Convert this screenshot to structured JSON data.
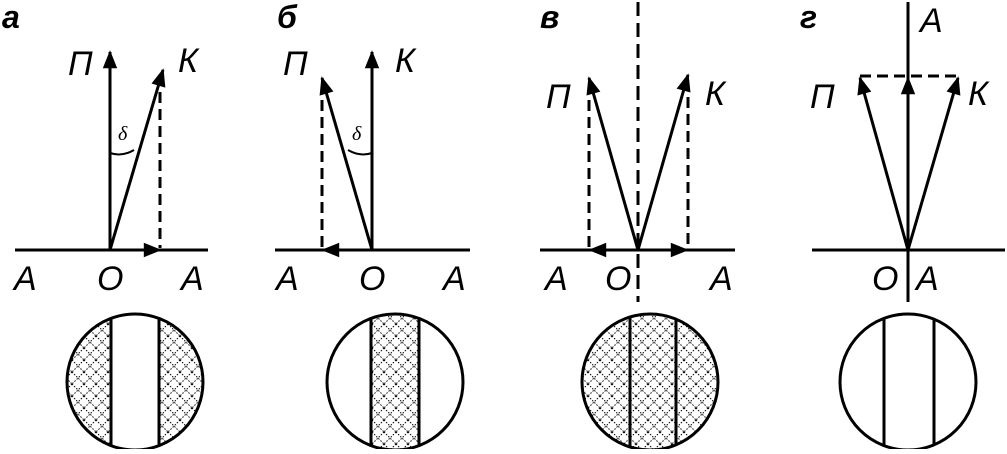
{
  "colors": {
    "ink": "#000000",
    "background": "#ffffff"
  },
  "panels": [
    {
      "id": "a",
      "label": "а",
      "axis_left": "А",
      "origin": "О",
      "axis_right": "А",
      "polarizer": "П",
      "analyzer": "К",
      "angle": "δ"
    },
    {
      "id": "b",
      "label": "б",
      "axis_left": "А",
      "origin": "О",
      "axis_right": "А",
      "polarizer": "П",
      "analyzer": "К",
      "angle": "δ"
    },
    {
      "id": "v",
      "label": "в",
      "axis_left": "А",
      "origin": "О",
      "axis_right": "А",
      "polarizer": "П",
      "analyzer": "К"
    },
    {
      "id": "g",
      "label": "г",
      "axis_top": "А",
      "origin": "О",
      "axis_right": "А",
      "polarizer": "П",
      "analyzer": "К"
    }
  ]
}
